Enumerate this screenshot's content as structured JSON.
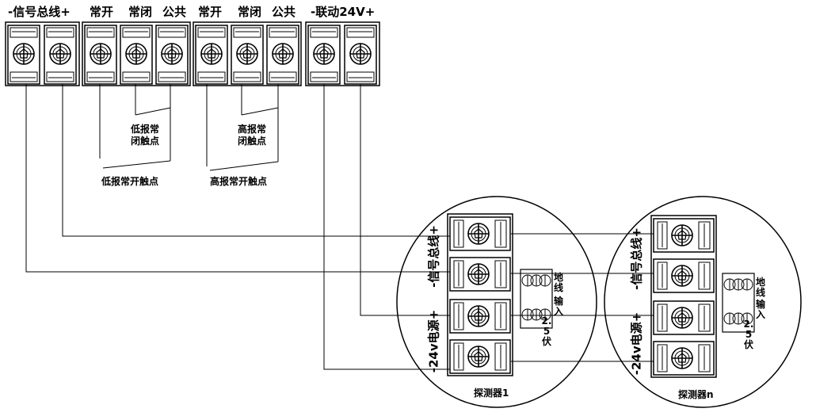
{
  "top_labels": {
    "signal_bus": "-信号总线+",
    "no_1": "常开",
    "nc_1": "常闭",
    "com_1": "公共",
    "no_2": "常开",
    "nc_2": "常闭",
    "com_2": "公共",
    "linkage": "-联动24V+"
  },
  "contact_labels": {
    "low_nc": [
      "低报常",
      "闭触点"
    ],
    "high_nc": [
      "高报常",
      "闭触点"
    ],
    "low_no": "低报常开触点",
    "high_no": "高报常开触点"
  },
  "detectors": [
    {
      "caption": "探测器1",
      "bus_label": "-信号总线+",
      "power_label": "-24v电源+",
      "ground_label": [
        "地",
        "线"
      ],
      "input_label": [
        "输",
        "入"
      ],
      "volt_label": [
        "2.",
        "5",
        "伏"
      ]
    },
    {
      "caption": "探测器n",
      "bus_label": "-信号总线+",
      "power_label": "-24v电源+",
      "ground_label": [
        "地",
        "线"
      ],
      "input_label": [
        "输",
        "入"
      ],
      "volt_label": [
        "2.",
        "5",
        "伏"
      ]
    }
  ]
}
